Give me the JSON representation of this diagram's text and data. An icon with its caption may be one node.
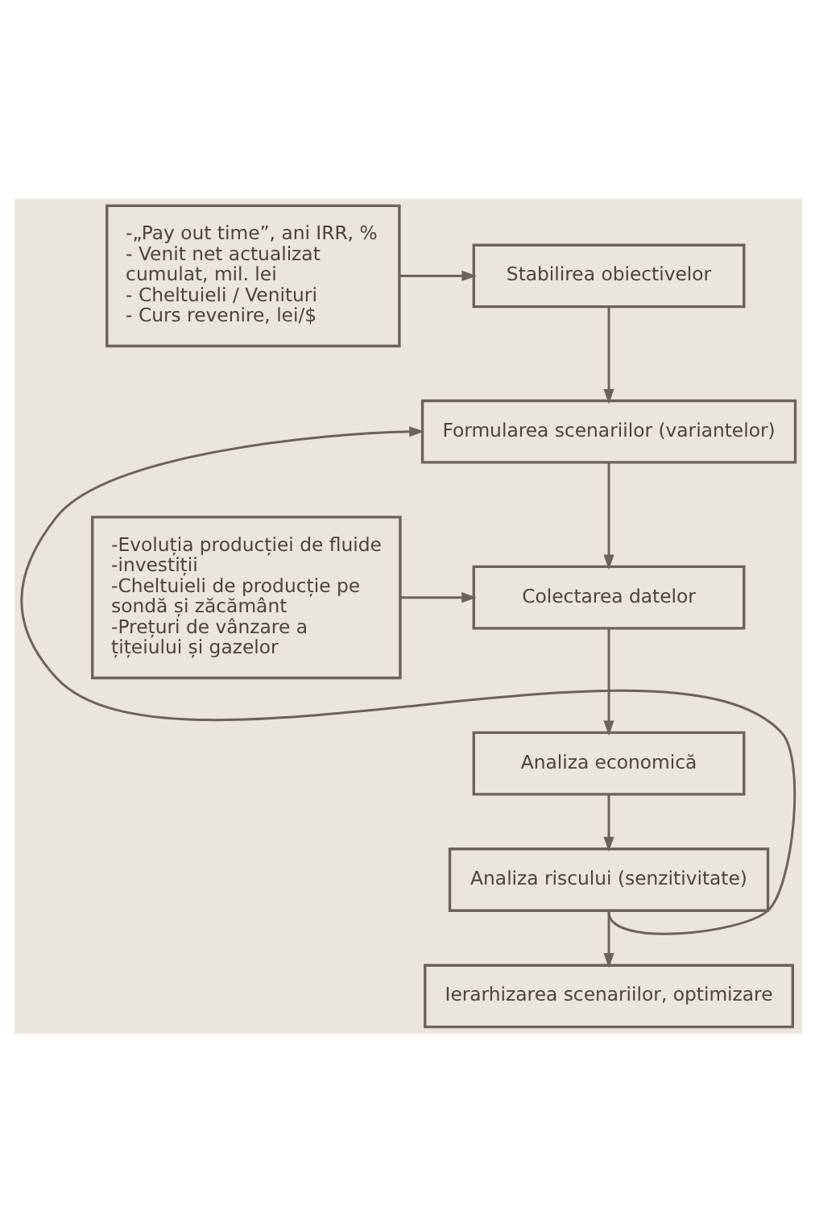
{
  "diagram": {
    "nodes": [
      {
        "text": [
          "Stabilirea obiectivelor"
        ]
      },
      {
        "text": [
          "-„Pay out time”, ani IRR, %",
          "- Venit net actualizat cumulat, mil. lei",
          "- Cheltuieli / Venituri",
          "- Curs revenire, lei/$"
        ]
      },
      {
        "text": [
          "Formularea scenariilor (variantelor)"
        ]
      },
      {
        "text": [
          "Colectarea datelor"
        ]
      },
      {
        "text": [
          "-Evoluția producției de fluide",
          "-investiții",
          "-Cheltuieli de producție pe sondă și zăcământ",
          "-Prețuri de vânzare a țițeiului și gazelor"
        ]
      },
      {
        "text": [
          "Analiza economică"
        ]
      },
      {
        "text": [
          "Analiza riscului (senzitivitate)"
        ]
      },
      {
        "text": [
          "Ierarhizarea scenariilor, optimizare"
        ]
      }
    ],
    "edges": [
      {
        "from": 1,
        "to": 0,
        "arrow": "to"
      },
      {
        "from": 0,
        "to": 2,
        "arrow": "to"
      },
      {
        "from": 2,
        "to": 3,
        "arrow": "to"
      },
      {
        "from": 4,
        "to": 3,
        "arrow": "to"
      },
      {
        "from": 3,
        "to": 5,
        "arrow": "to"
      },
      {
        "from": 5,
        "to": 6,
        "arrow": "to"
      },
      {
        "from": 6,
        "to": 7,
        "arrow": "to"
      },
      {
        "from": 6,
        "to": 2,
        "arrow": "to"
      }
    ]
  }
}
